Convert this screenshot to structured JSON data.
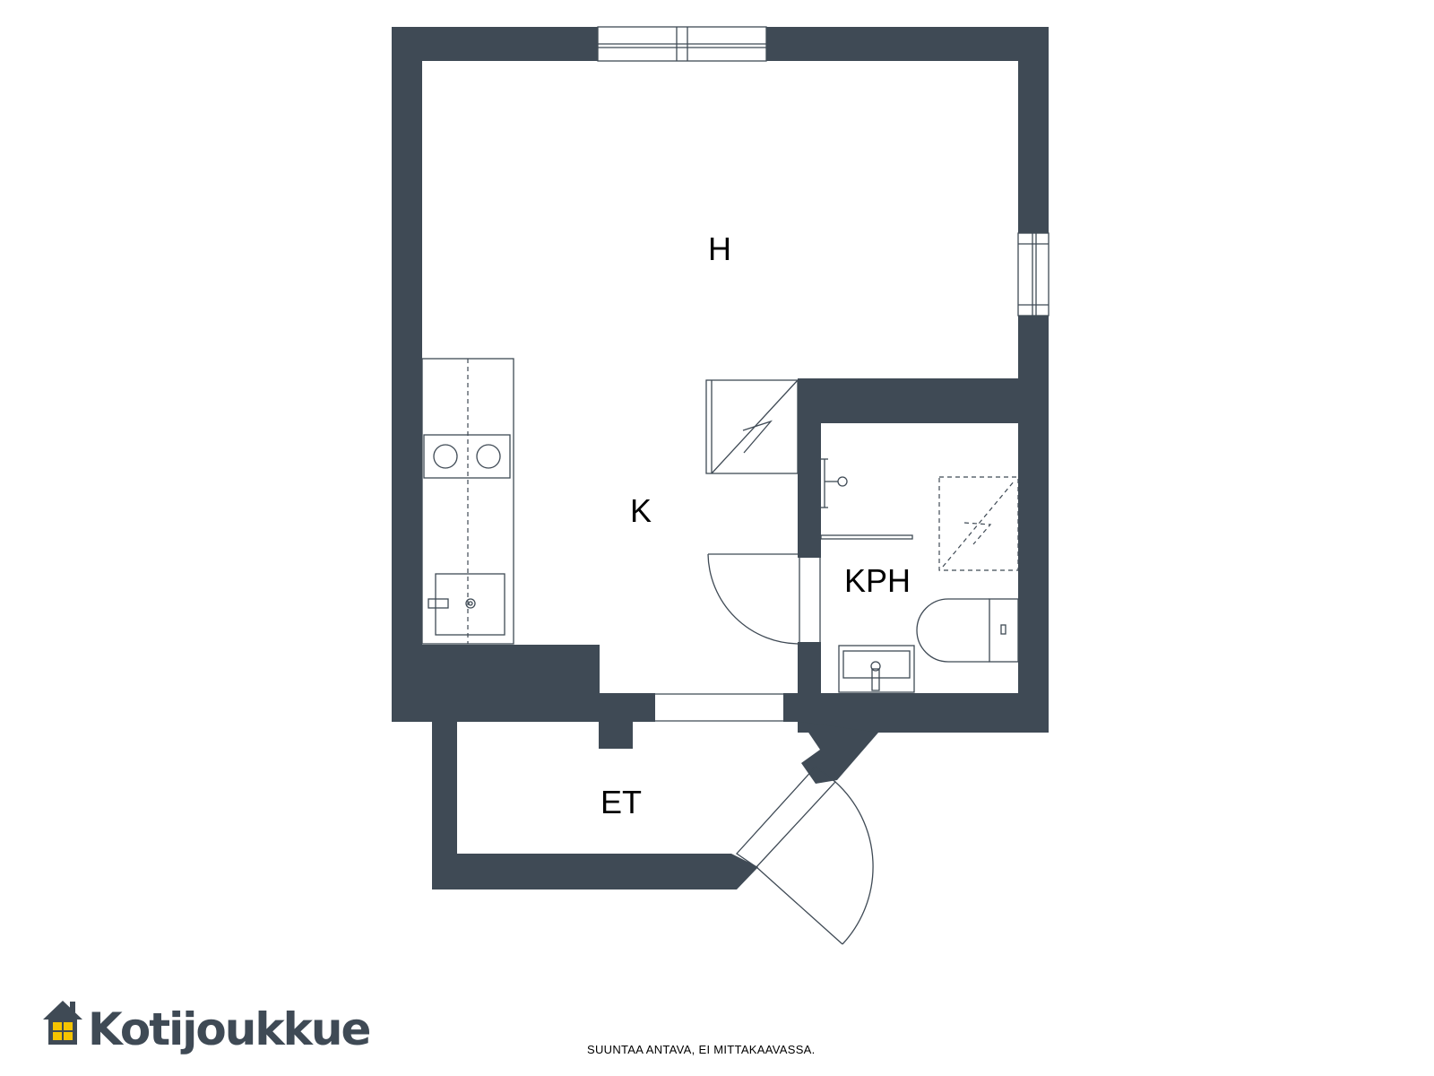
{
  "rooms": {
    "living": "H",
    "kitchen": "K",
    "bathroom": "KPH",
    "entry": "ET"
  },
  "footer": {
    "note": "SUUNTAA ANTAVA, EI MITTAKAAVASSA."
  },
  "logo": {
    "text": "Kotijoukkue",
    "icon": "house-icon",
    "accent_color": "#f5c400"
  },
  "colors": {
    "wall": "#3f4a55",
    "background": "#ffffff"
  }
}
